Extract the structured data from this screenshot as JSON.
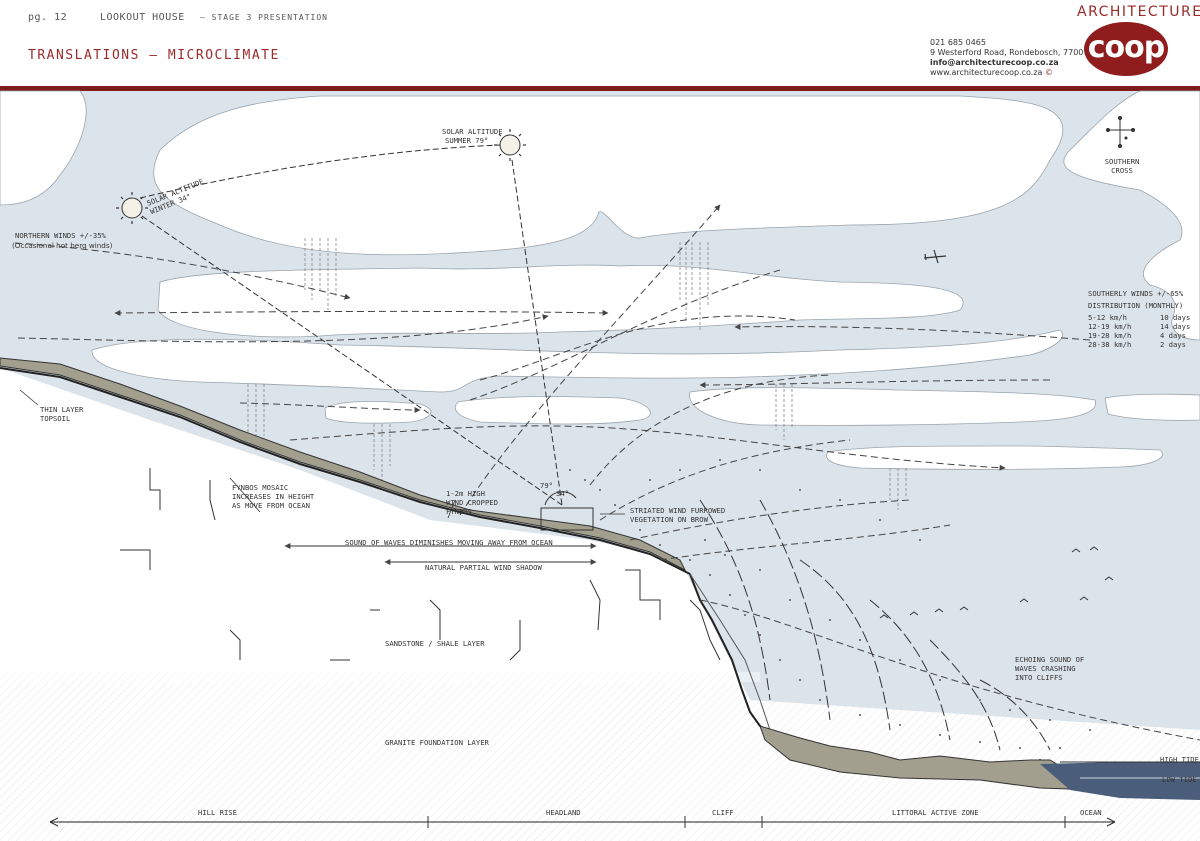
{
  "header": {
    "page": "pg. 12",
    "project": "LOOKOUT HOUSE",
    "stage": "–  STAGE 3 PRESENTATION",
    "title": "TRANSLATIONS  —  MICROCLIMATE"
  },
  "company": {
    "brand_top": "ARCHITECTURE",
    "brand_logo": "coop",
    "phone": "021 685 0465",
    "address": "9 Westerford Road, Rondebosch, 7700",
    "email": "info@architecturecoop.co.za",
    "website": "www.architecturecoop.co.za",
    "copyright": "©"
  },
  "colors": {
    "accent": "#9b2a2a",
    "rule": "#7e1c1c",
    "sky": "#dde5ec",
    "soil": "#a39f8e",
    "ocean": "#4a5d7a"
  },
  "annotations": {
    "solar_winter": [
      "SOLAR ALTITUDE",
      "WINTER 34°"
    ],
    "solar_summer": [
      "SOLAR ALTITUDE",
      "SUMMER 79°"
    ],
    "southern_cross": [
      "SOUTHERN",
      "CROSS"
    ],
    "northern_winds": [
      "NORTHERN WINDS +/-35%",
      "(Occasional hot berg winds)"
    ],
    "topsoil": [
      "THIN LAYER",
      "TOPSOIL"
    ],
    "fynbos_mosaic": [
      "FYNBOS MOSAIC",
      "INCREASES IN HEIGHT",
      "AS MOVE FROM OCEAN"
    ],
    "fynbos_cropped": [
      "1-2m HIGH",
      "WIND CROPPED",
      "FYNBOS"
    ],
    "angle_summer": "79°",
    "angle_winter": "34°",
    "striated": [
      "STRIATED WIND FURROWED",
      "VEGETATION ON BROW"
    ],
    "sound_waves": "SOUND OF WAVES DIMINISHES MOVING AWAY FROM OCEAN",
    "wind_shadow": "NATURAL PARTIAL WIND SHADOW",
    "sandstone": "SANDSTONE / SHALE LAYER",
    "granite": "GRANITE FOUNDATION LAYER",
    "echoing": [
      "ECHOING SOUND OF",
      "WAVES CRASHING",
      "INTO CLIFFS"
    ],
    "high_tide": "HIGH TIDE",
    "low_tide": "LOW TIDE"
  },
  "southerly": {
    "title": "SOUTHERLY WINDS +/-65%",
    "subtitle": "DISTRIBUTION (MONTHLY)",
    "rows": [
      {
        "speed": "5-12 km/h",
        "days": "10 days"
      },
      {
        "speed": "12-19 km/h",
        "days": "14 days"
      },
      {
        "speed": "19-28 km/h",
        "days": "4 days"
      },
      {
        "speed": "28-38 km/h",
        "days": "2 days"
      }
    ]
  },
  "zones": [
    "HILL RISE",
    "HEADLAND",
    "CLIFF",
    "LITTORAL ACTIVE ZONE",
    "OCEAN"
  ]
}
